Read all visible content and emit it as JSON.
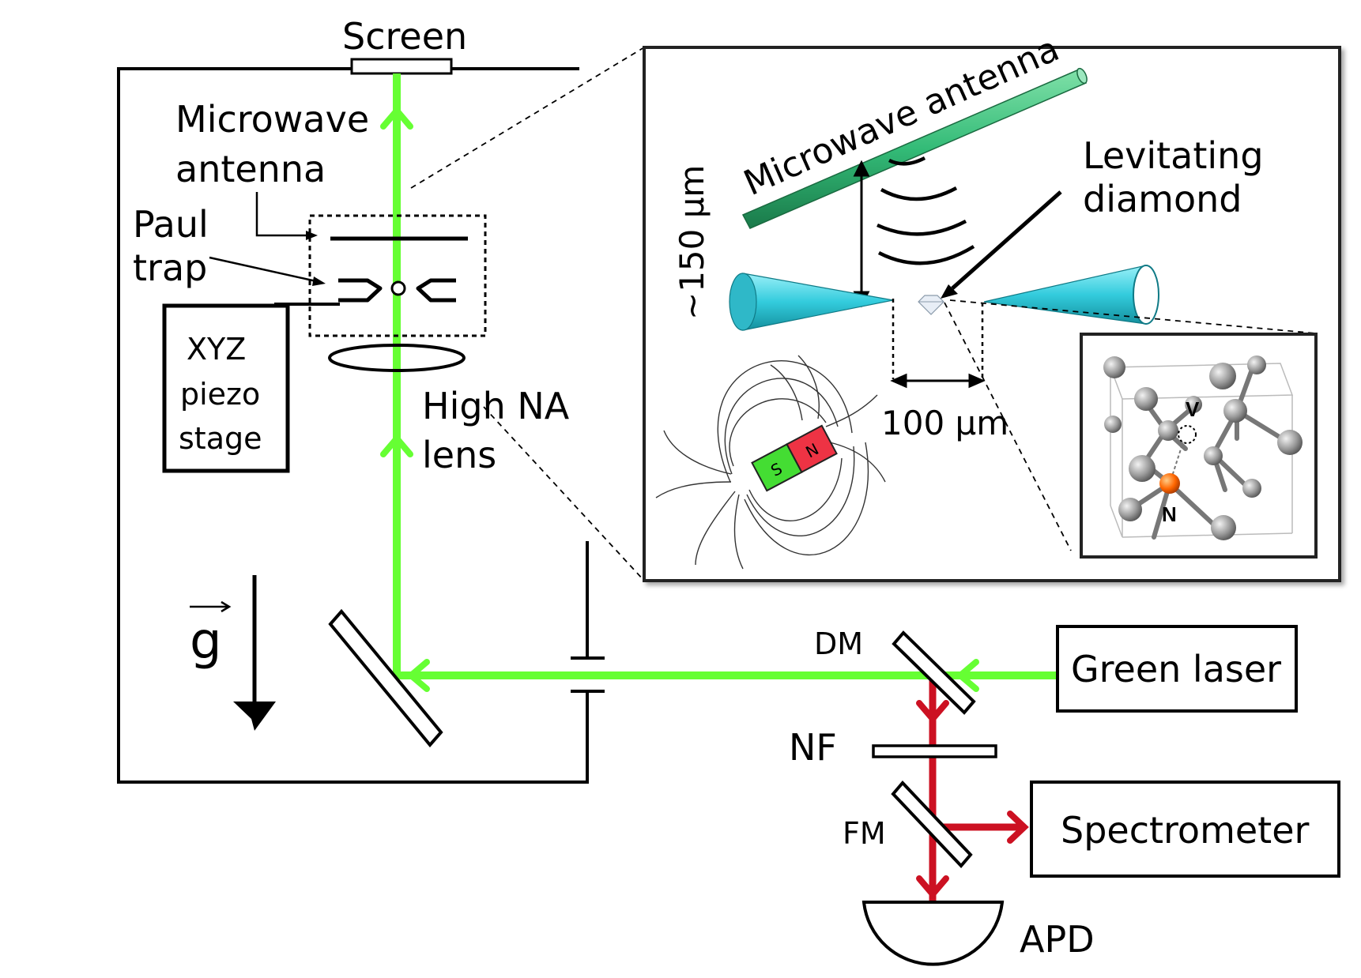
{
  "labels": {
    "screen": "Screen",
    "microwave_antenna_1": "Microwave",
    "microwave_antenna_2": "antenna",
    "paul_trap_1": "Paul",
    "paul_trap_2": "trap",
    "xyz_1": "XYZ",
    "xyz_2": "piezo",
    "xyz_3": "stage",
    "high_na_1": "High NA",
    "high_na_2": "lens",
    "gravity": "g",
    "dm": "DM",
    "nf": "NF",
    "fm": "FM",
    "apd": "APD",
    "green_laser": "Green laser",
    "spectrometer": "Spectrometer",
    "inset_antenna": "Microwave antenna",
    "levitating_1": "Levitating",
    "levitating_2": "diamond",
    "distance_vertical": "~150 μm",
    "distance_horizontal": "100 μm",
    "magnet_s": "S",
    "magnet_n": "N",
    "lattice_v": "V",
    "lattice_n": "N"
  },
  "colors": {
    "green_beam": "#66ff33",
    "red_beam": "#cc1122",
    "antenna": "#33bb77",
    "needle": "#33ccdd",
    "magnet_s": "#44dd33",
    "magnet_n": "#ee3344",
    "nitrogen_atom": "#ff6600"
  }
}
